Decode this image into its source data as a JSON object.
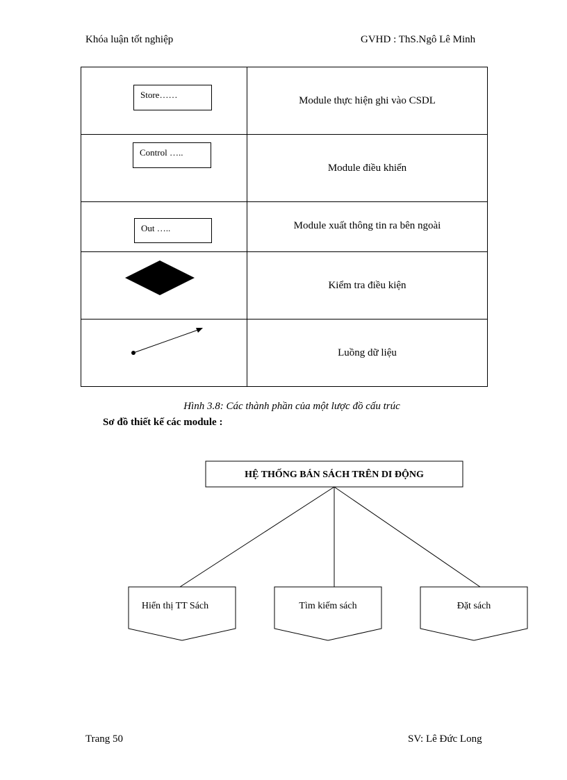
{
  "header": {
    "left": "Khóa luận tốt nghiệp",
    "right": "GVHD  : ThS.Ngô  Lê Minh"
  },
  "legend": {
    "rows": [
      {
        "symbol": "box",
        "symbol_text": "Store……",
        "description": "Module thực hiện ghi vào CSDL"
      },
      {
        "symbol": "box",
        "symbol_text": "Control  …..",
        "description": "Module điều khiển"
      },
      {
        "symbol": "box",
        "symbol_text": "Out  …..",
        "description": "Module xuất thông tin ra bên ngoài"
      },
      {
        "symbol": "diamond",
        "description": "Kiểm tra điều kiện"
      },
      {
        "symbol": "arrow",
        "description": "Luồng dữ liệu"
      }
    ]
  },
  "caption": "Hình 3.8: Các thành phần của một lược đồ cấu trúc",
  "section_title": "Sơ đồ thiết kế các module :",
  "diagram": {
    "root": "HỆ THỐNG BÁN SÁCH TRÊN DI ĐỘNG",
    "children": [
      "Hiển thị TT Sách",
      "Tìm  kiếm sách",
      "Đặt sách"
    ]
  },
  "footer": {
    "left": "Trang  50",
    "right": "SV: Lê Đức Long"
  }
}
